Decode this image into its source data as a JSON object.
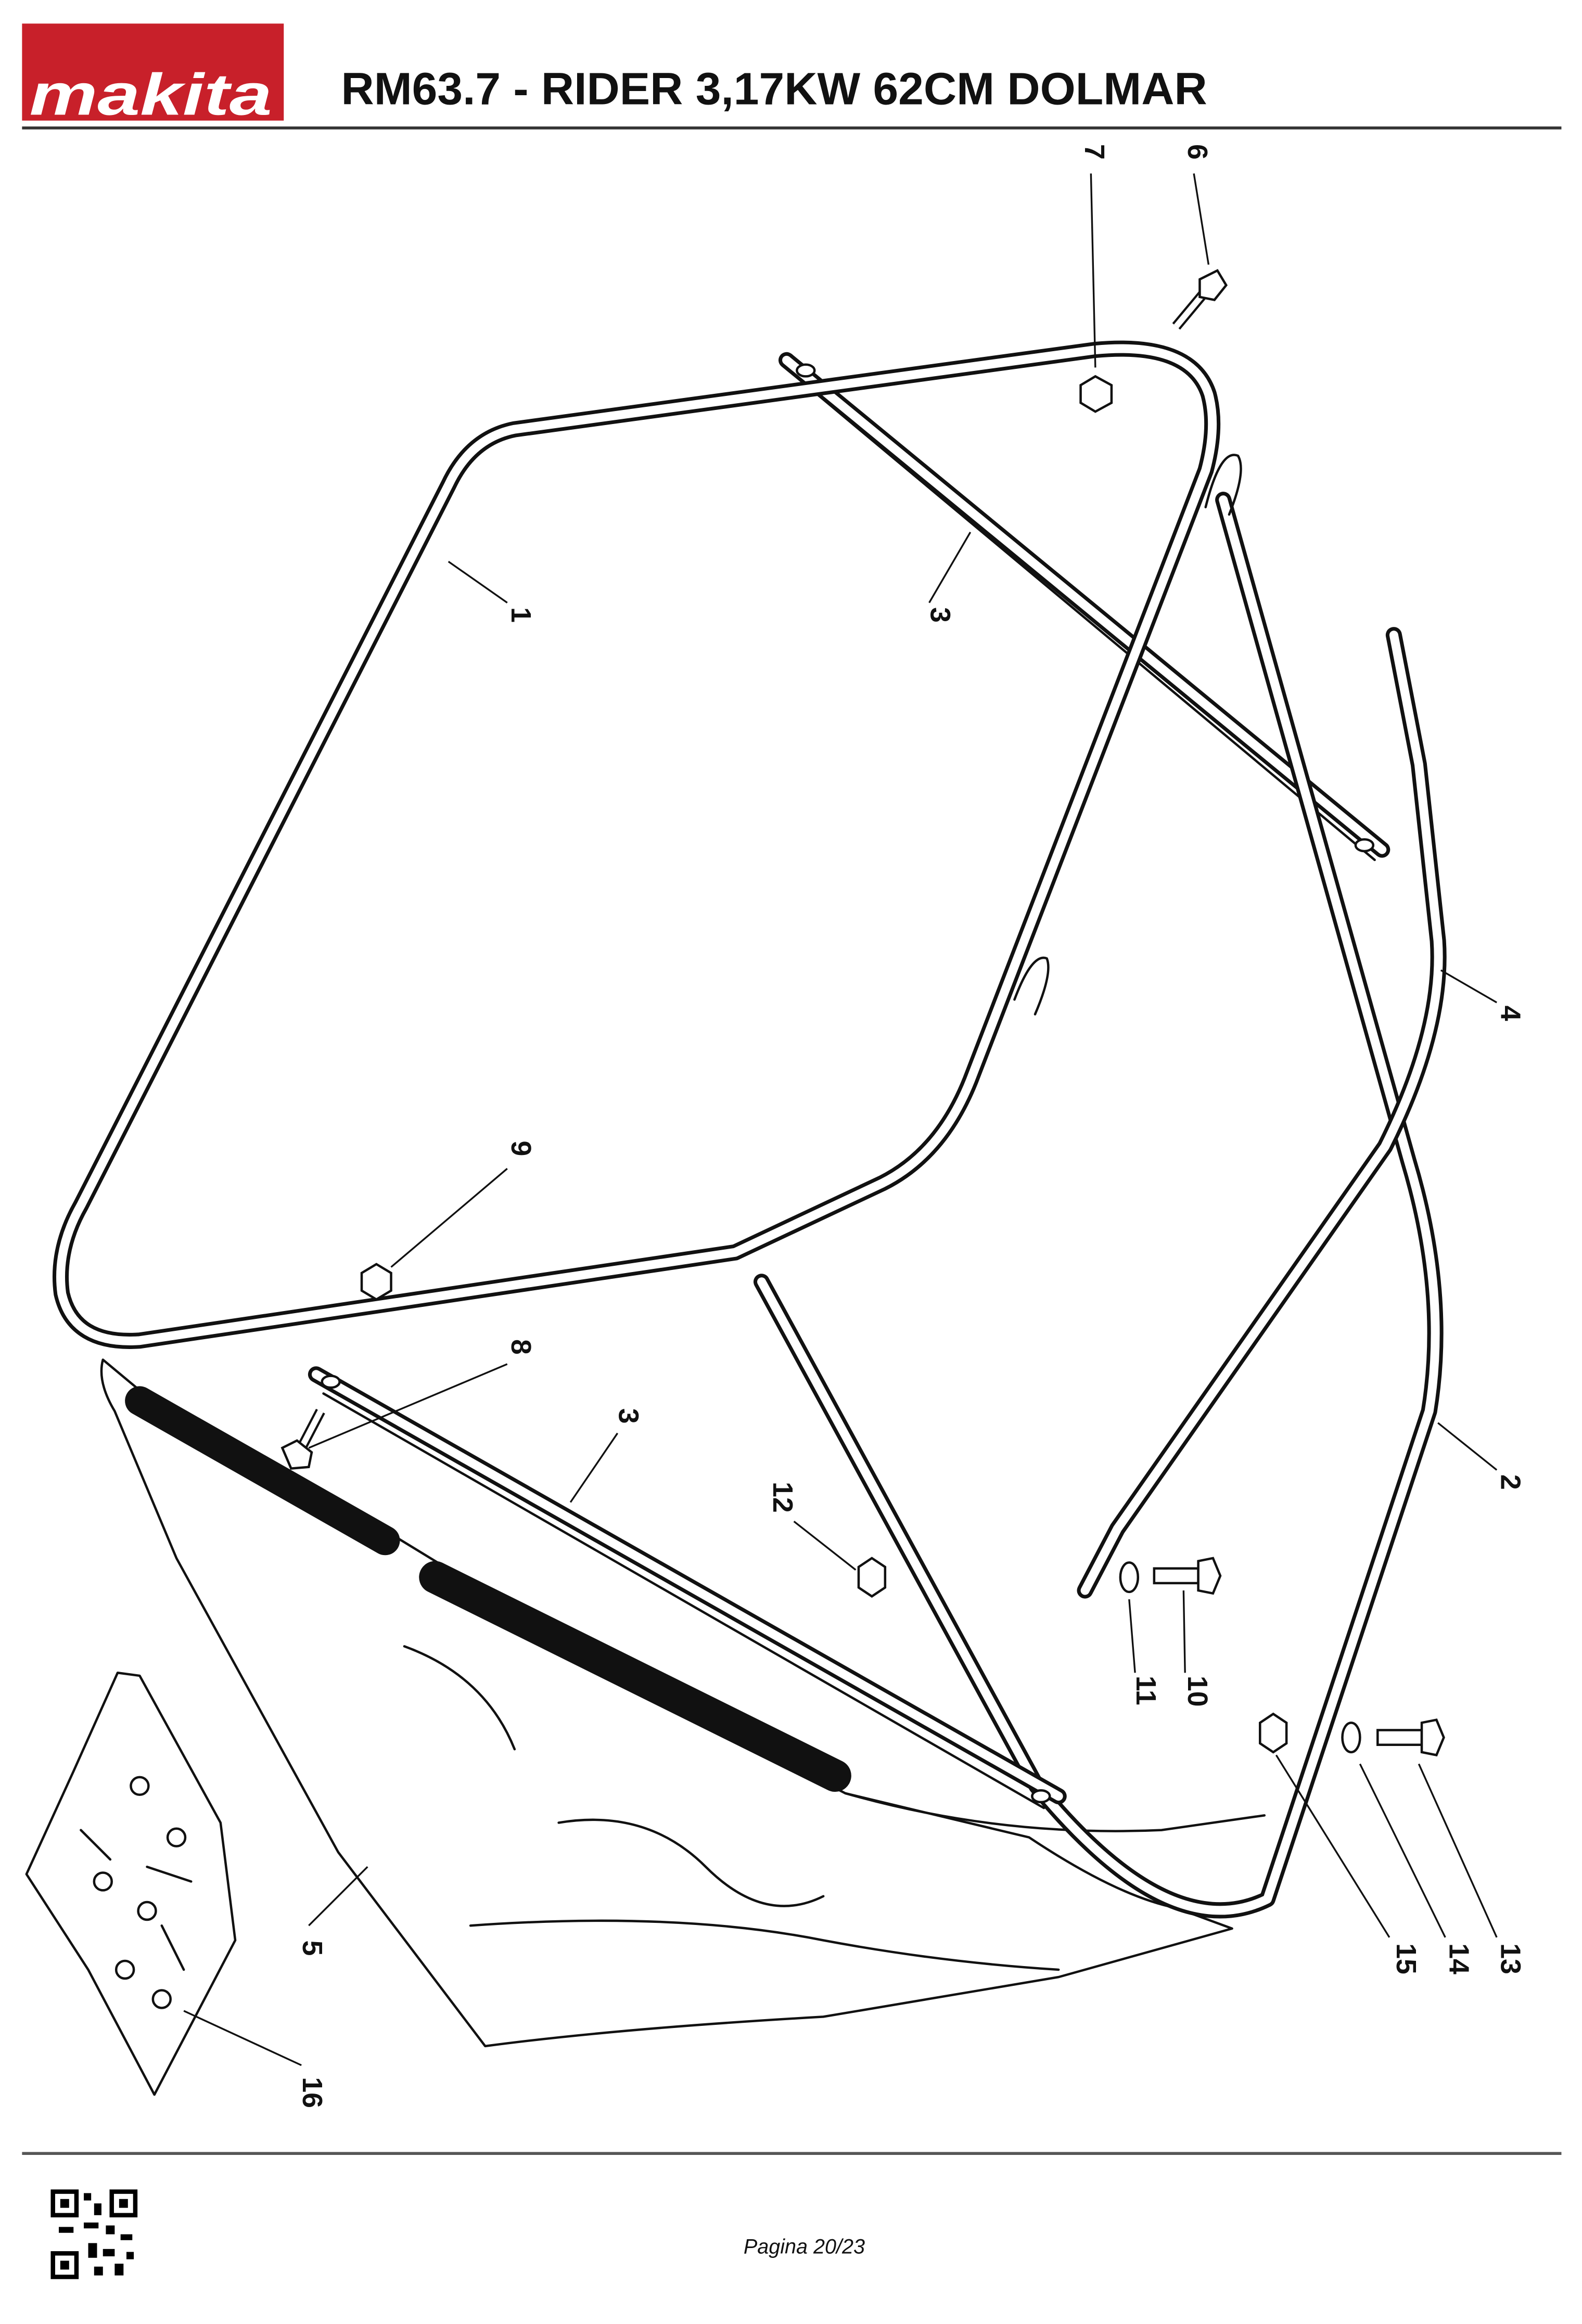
{
  "header": {
    "logo_text": "makita",
    "brand_color": "#c8202a",
    "title": "RM63.7 - RIDER 3,17KW 62CM  DOLMAR"
  },
  "diagram": {
    "callouts": {
      "c1": "1",
      "c2": "2",
      "c3a": "3",
      "c3b": "3",
      "c4": "4",
      "c5": "5",
      "c6": "6",
      "c7": "7",
      "c8": "8",
      "c9": "9",
      "c10": "10",
      "c11": "11",
      "c12": "12",
      "c13": "13",
      "c14": "14",
      "c15": "15",
      "c16": "16"
    }
  },
  "footer": {
    "qr_icon": "qr-code-icon",
    "page_label": "Pagina 20/23"
  }
}
